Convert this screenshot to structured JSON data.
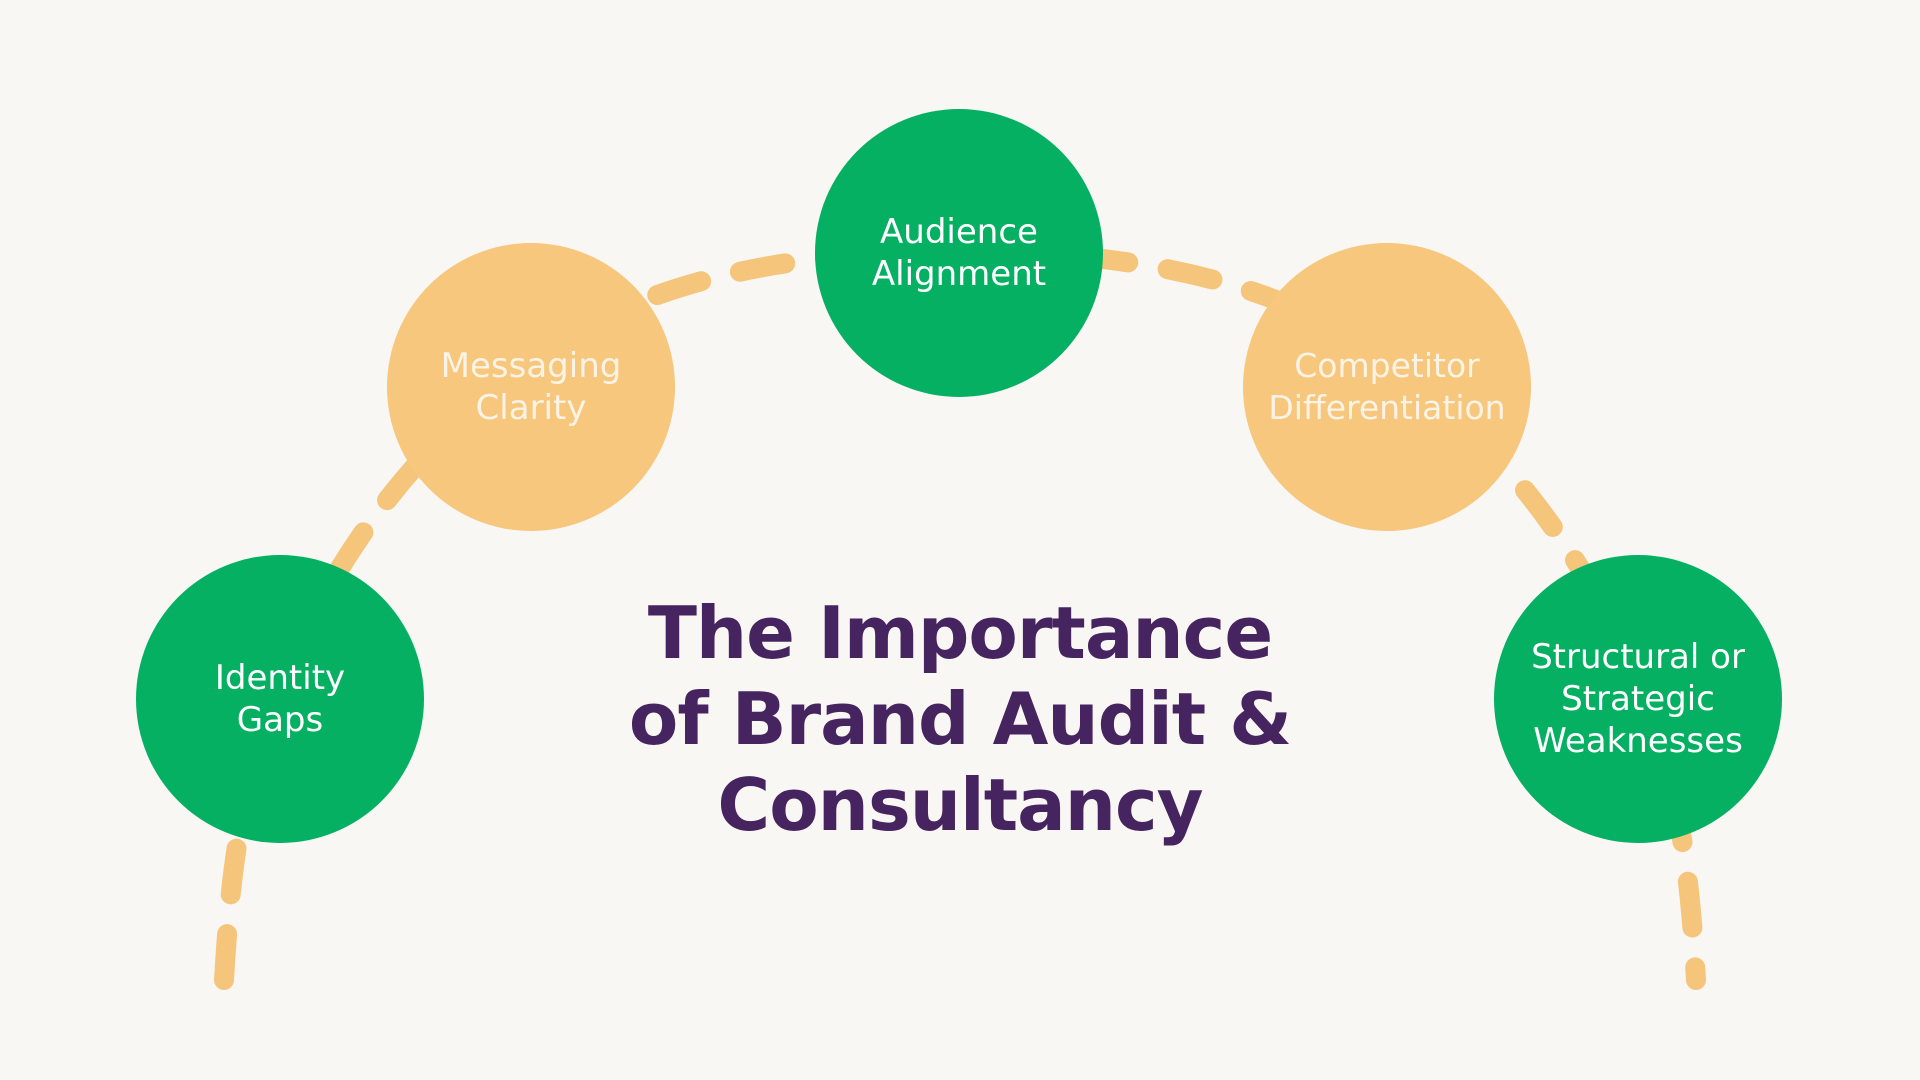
{
  "colors": {
    "background": "#F9F7F4",
    "green": "#05B063",
    "orange": "#F6C77C",
    "dash": "#F4C57A",
    "title": "#45245F",
    "node_text": "#FFFFFF"
  },
  "title": {
    "lines": [
      "The Importance",
      "of Brand Audit &",
      "Consultancy"
    ]
  },
  "nodes": [
    {
      "id": "identity-gaps",
      "label": "Identity\nGaps",
      "color": "green"
    },
    {
      "id": "messaging-clarity",
      "label": "Messaging\nClarity",
      "color": "orange"
    },
    {
      "id": "audience-alignment",
      "label": "Audience\nAlignment",
      "color": "green"
    },
    {
      "id": "competitor-differentiation",
      "label": "Competitor\nDifferentiation",
      "color": "orange"
    },
    {
      "id": "structural-strategic-weaknesses",
      "label": "Structural or\nStrategic\nWeaknesses",
      "color": "green"
    }
  ],
  "connector": {
    "style": "dashed-arc"
  }
}
